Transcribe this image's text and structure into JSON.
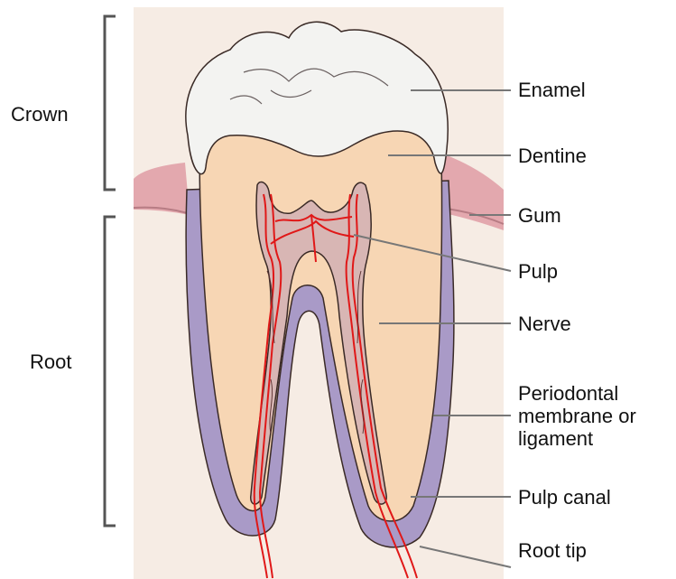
{
  "diagram": {
    "colors": {
      "background_panel": "#f6ece4",
      "gum": "#e3a8ae",
      "dentine": "#f7d6b4",
      "enamel": "#f3f3f1",
      "periodontal_membrane": "#a99ac7",
      "pulp": "#d8b6b4",
      "nerve": "#e01818",
      "outline": "#3a2a26",
      "leader_line": "#777777",
      "bracket": "#555555"
    },
    "groups": {
      "crown": "Crown",
      "root": "Root"
    },
    "labels": {
      "enamel": "Enamel",
      "dentine": "Dentine",
      "gum": "Gum",
      "pulp": "Pulp",
      "nerve": "Nerve",
      "periodontal_1": "Periodontal",
      "periodontal_2": "membrane or",
      "periodontal_3": "ligament",
      "pulp_canal": "Pulp canal",
      "root_tip": "Root tip"
    }
  }
}
